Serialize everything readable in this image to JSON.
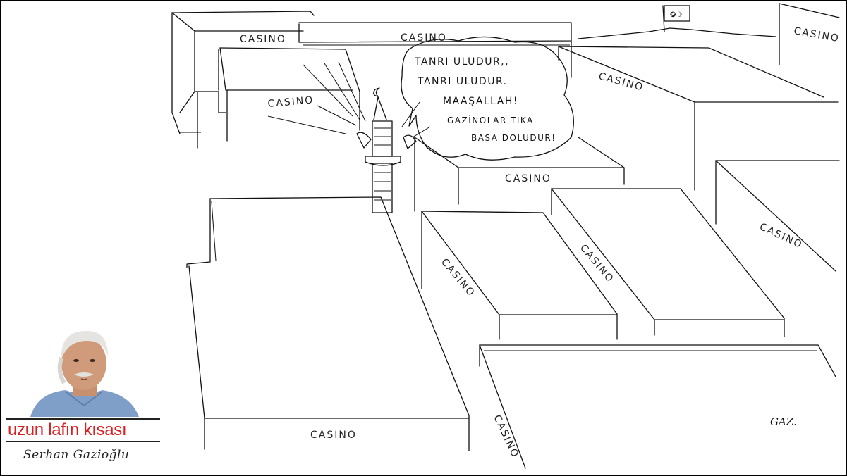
{
  "cartoon": {
    "building_label": "CASINO",
    "speech_lines": [
      "TANRI ULUDUR,,",
      "TANRI ULUDUR.",
      "MAAŞALLAH!",
      "GAZİNOLAR TIKA",
      "BASA DOLUDUR!"
    ],
    "signature": "GAZ."
  },
  "column": {
    "title": "uzun lafın kısası",
    "author": "Serhan Gazioğlu",
    "title_color": "#d7201f"
  }
}
